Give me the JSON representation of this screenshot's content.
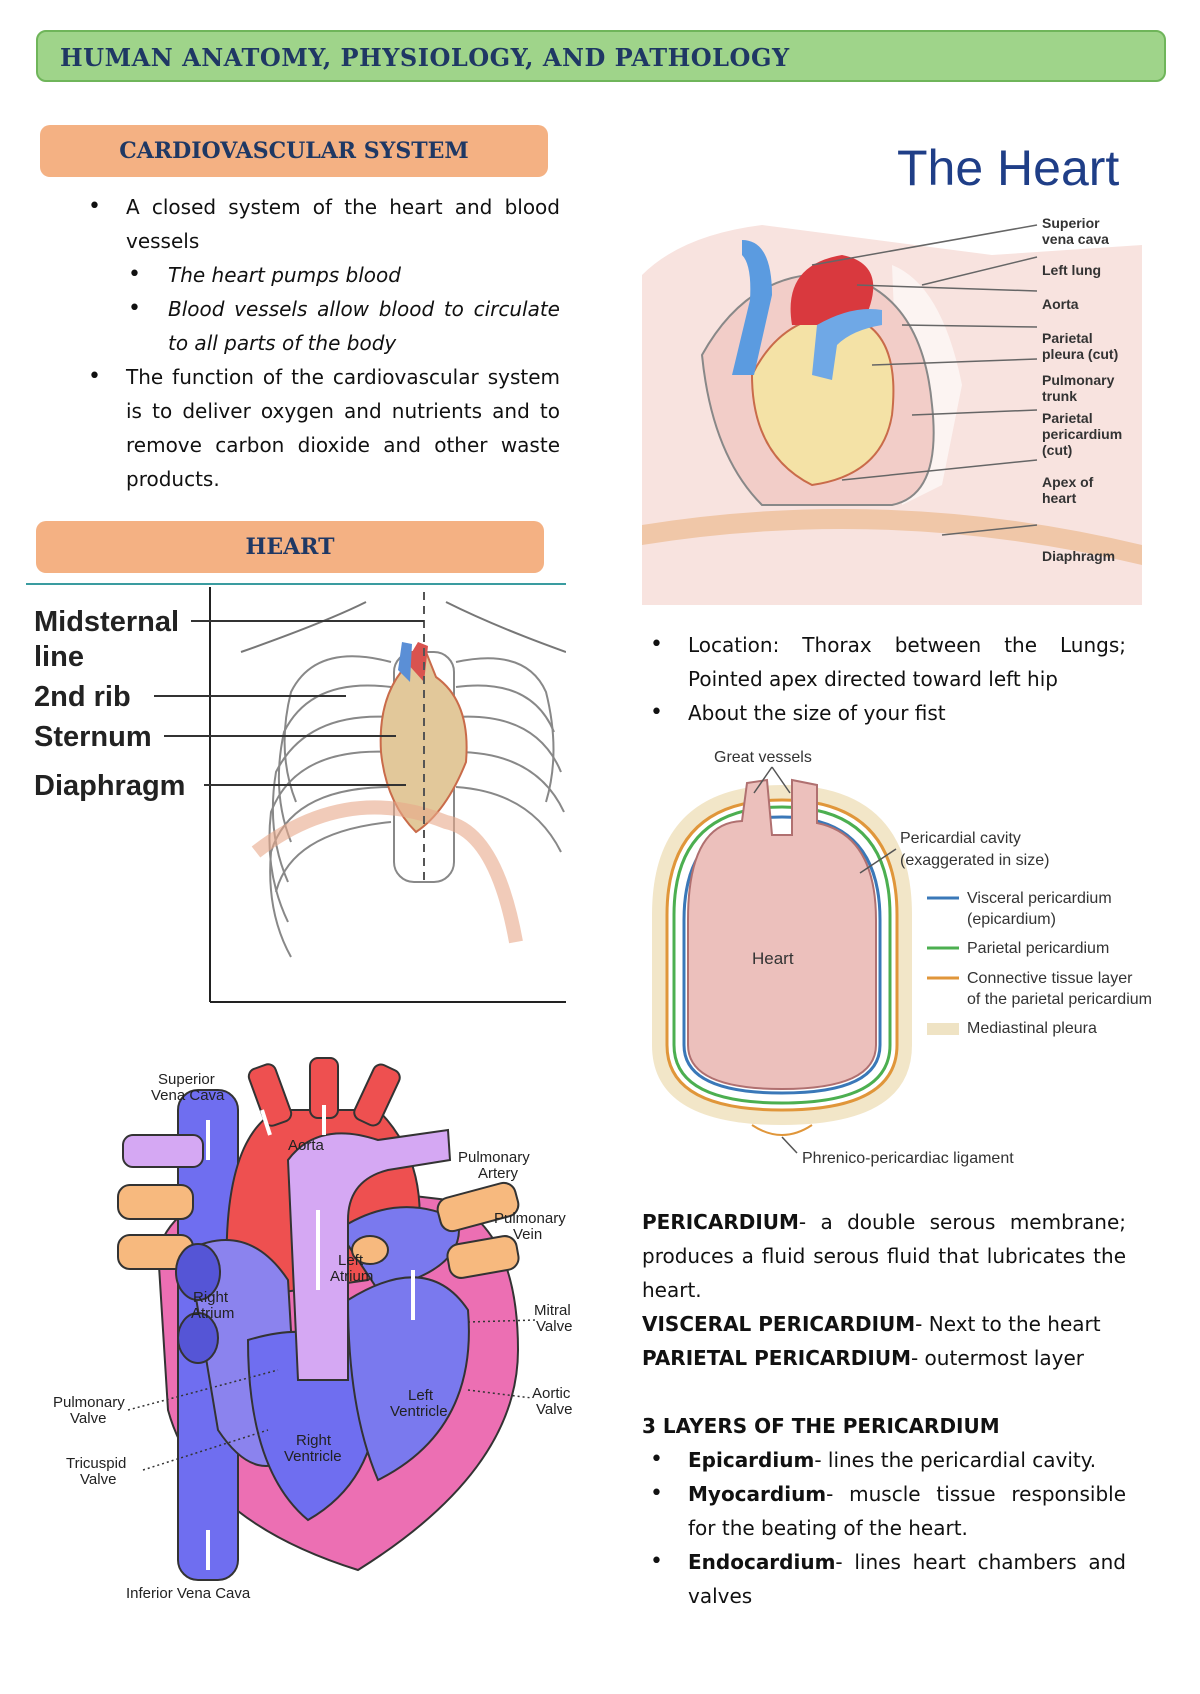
{
  "header": {
    "title": "HUMAN ANATOMY, PHYSIOLOGY, AND PATHOLOGY"
  },
  "cardio": {
    "heading": "CARDIOVASCULAR SYSTEM",
    "b1": "A closed system of the heart and blood vessels",
    "b1_sub1": "The heart pumps blood",
    "b1_sub2": "Blood vessels allow blood to circulate to all parts of the body",
    "b2": "The function of the cardiovascular system is to deliver oxygen and nutrients and to remove carbon dioxide and other waste products."
  },
  "heart": {
    "heading": "HEART"
  },
  "chest_figure": {
    "labels": [
      "Midsternal line",
      "2nd rib",
      "Sternum",
      "Diaphragm"
    ]
  },
  "the_heart_figure": {
    "title": "The Heart",
    "labels": [
      "Superior vena cava",
      "Left lung",
      "Aorta",
      "Parietal pleura (cut)",
      "Pulmonary trunk",
      "Parietal pericardium (cut)",
      "Apex of heart",
      "Diaphragm"
    ]
  },
  "location": {
    "b1": "Location: Thorax between the Lungs; Pointed apex directed toward left hip",
    "b2": "About the size of your fist"
  },
  "pericardium_figure": {
    "great_vessels": "Great vessels",
    "cavity": "Pericardial cavity (exaggerated in size)",
    "heart": "Heart",
    "legend": [
      {
        "label": "Visceral pericardium (epicardium)",
        "color": "#3a78b8"
      },
      {
        "label": "Parietal pericardium",
        "color": "#4caf50"
      },
      {
        "label": "Connective tissue layer of the parietal pericardium",
        "color": "#e0963a"
      },
      {
        "label": "Mediastinal pleura",
        "color": "#efe3c4"
      }
    ],
    "ligament": "Phrenico-pericardiac ligament"
  },
  "anatomy_figure": {
    "labels": [
      "Superior Vena Cava",
      "Aorta",
      "Pulmonary Artery",
      "Pulmonary Vein",
      "Left Atrium",
      "Right Atrium",
      "Mitral Valve",
      "Aortic Valve",
      "Left Ventricle",
      "Right Ventricle",
      "Pulmonary Valve",
      "Tricuspid Valve",
      "Inferior Vena Cava"
    ]
  },
  "pericardium_text": {
    "def_term": "PERICARDIUM",
    "def_text": "- a double serous membrane; produces a fluid serous fluid that lubricates the heart.",
    "visceral_term": "VISCERAL PERICARDIUM",
    "visceral_text": "- Next to the heart",
    "parietal_term": "PARIETAL PERICARDIUM",
    "parietal_text": "- outermost layer",
    "layers_heading": "3 LAYERS OF THE PERICARDIUM",
    "layers": [
      {
        "term": "Epicardium",
        "text": "- lines the pericardial cavity."
      },
      {
        "term": "Myocardium",
        "text": "- muscle tissue responsible for the beating of the heart."
      },
      {
        "term": "Endocardium",
        "text": "- lines heart chambers and valves"
      }
    ]
  }
}
